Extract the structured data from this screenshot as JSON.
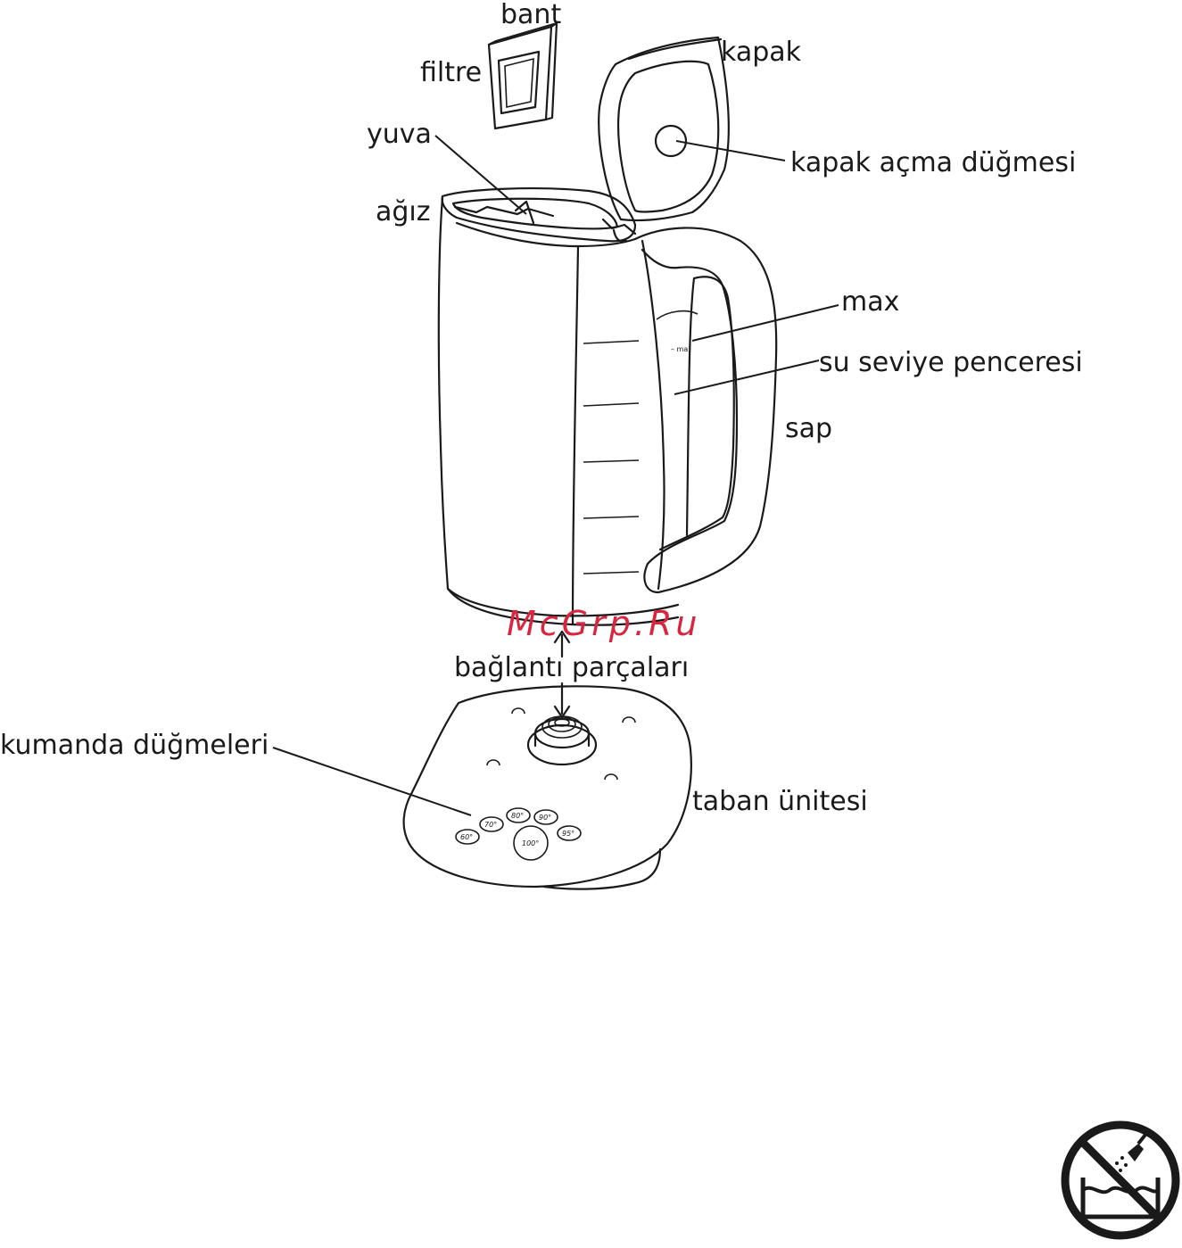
{
  "labels": {
    "bant": "bant",
    "filtre": "filtre",
    "kapak": "kapak",
    "yuva": "yuva",
    "kapak_acma": "kapak açma düğmesi",
    "agiz": "ağız",
    "max": "max",
    "su_seviye": "su seviye penceresi",
    "sap": "sap",
    "baglanti": "bağlantı parçaları",
    "kumanda": "kumanda düğmeleri",
    "taban": "taban ünitesi"
  },
  "window_mark": "– ma",
  "buttons": [
    "60°",
    "70°",
    "80°",
    "90°",
    "95°",
    "100°"
  ],
  "watermark": "McGrp.Ru",
  "icons": {
    "warning": "no-water-immersion-icon"
  },
  "colors": {
    "line": "#1a1a1a",
    "watermark": "#d7263d"
  }
}
